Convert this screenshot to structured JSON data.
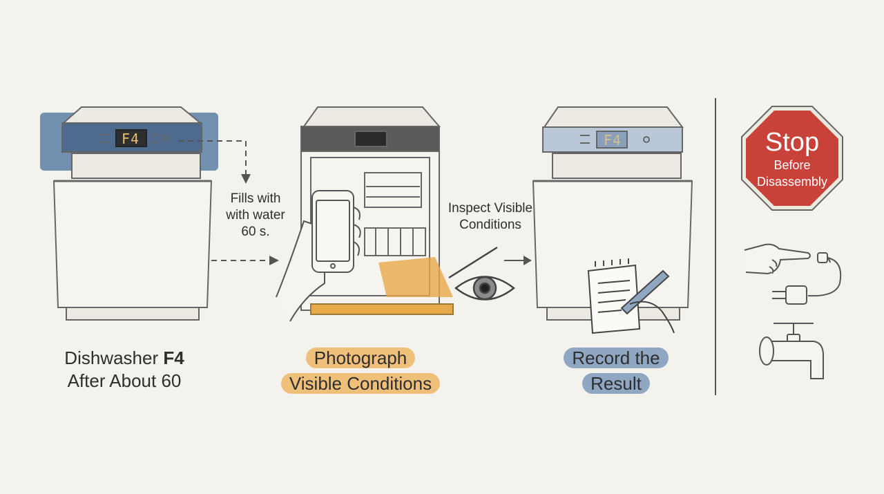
{
  "steps": {
    "step1": {
      "line1_prefix": "Dishwasher",
      "line1_code": "F4",
      "line2": "After About 60"
    },
    "fill_note": {
      "line1": "Fills with",
      "line2": "with water",
      "line3": "60 s."
    },
    "step2": {
      "line1": "Photograph",
      "line2": "Visible Conditions"
    },
    "inspect_note": {
      "line1": "Inspect Visible",
      "line2": "Conditions"
    },
    "step3": {
      "line1": "Record the",
      "line2": "Result"
    }
  },
  "display": {
    "code": "F4"
  },
  "stop_sign": {
    "main": "Stop",
    "sub1": "Before",
    "sub2": "Disassembly"
  },
  "colors": {
    "blue_highlight": "#5b7fa6",
    "orange_highlight": "#e8a94a",
    "stop_red": "#c8423a",
    "ink": "#555555",
    "background": "#f3f2ec"
  },
  "icons": [
    "dishwasher-icon",
    "smartphone-icon",
    "eye-icon",
    "notepad-icon",
    "pen-icon",
    "stop-sign-icon",
    "pointing-hand-icon",
    "power-plug-icon",
    "water-tap-icon"
  ]
}
